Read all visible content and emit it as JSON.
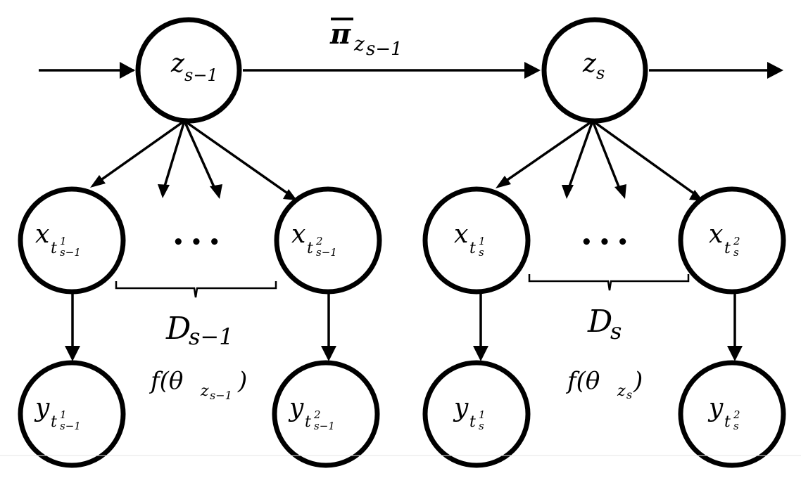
{
  "transition_label": {
    "main": "π",
    "sub": "z",
    "subsub": "s−1"
  },
  "nodes": {
    "z_prev": {
      "main": "z",
      "sub": "s−1"
    },
    "z_cur": {
      "main": "z",
      "sub": "s"
    },
    "x_prev_1": {
      "main": "x",
      "sub": "t",
      "sup": "1",
      "subsub": "s−1"
    },
    "x_prev_2": {
      "main": "x",
      "sub": "t",
      "sup": "2",
      "subsub": "s−1"
    },
    "x_cur_1": {
      "main": "x",
      "sub": "t",
      "sup": "1",
      "subsub": "s"
    },
    "x_cur_2": {
      "main": "x",
      "sub": "t",
      "sup": "2",
      "subsub": "s"
    },
    "y_prev_1": {
      "main": "y",
      "sub": "t",
      "sup": "1",
      "subsub": "s−1"
    },
    "y_prev_2": {
      "main": "y",
      "sub": "t",
      "sup": "2",
      "subsub": "s−1"
    },
    "y_cur_1": {
      "main": "y",
      "sub": "t",
      "sup": "1",
      "subsub": "s"
    },
    "y_cur_2": {
      "main": "y",
      "sub": "t",
      "sup": "2",
      "subsub": "s"
    }
  },
  "ellipsis": "• • •",
  "groups": {
    "prev": {
      "main": "D",
      "sub": "s−1"
    },
    "cur": {
      "main": "D",
      "sub": "s"
    }
  },
  "emissions": {
    "prev": {
      "open": "f(θ",
      "sub": "z",
      "subsub": "s−1",
      "close": ")"
    },
    "cur": {
      "open": "f(θ",
      "sub": "z",
      "subsub": "s",
      "close": ")"
    }
  }
}
